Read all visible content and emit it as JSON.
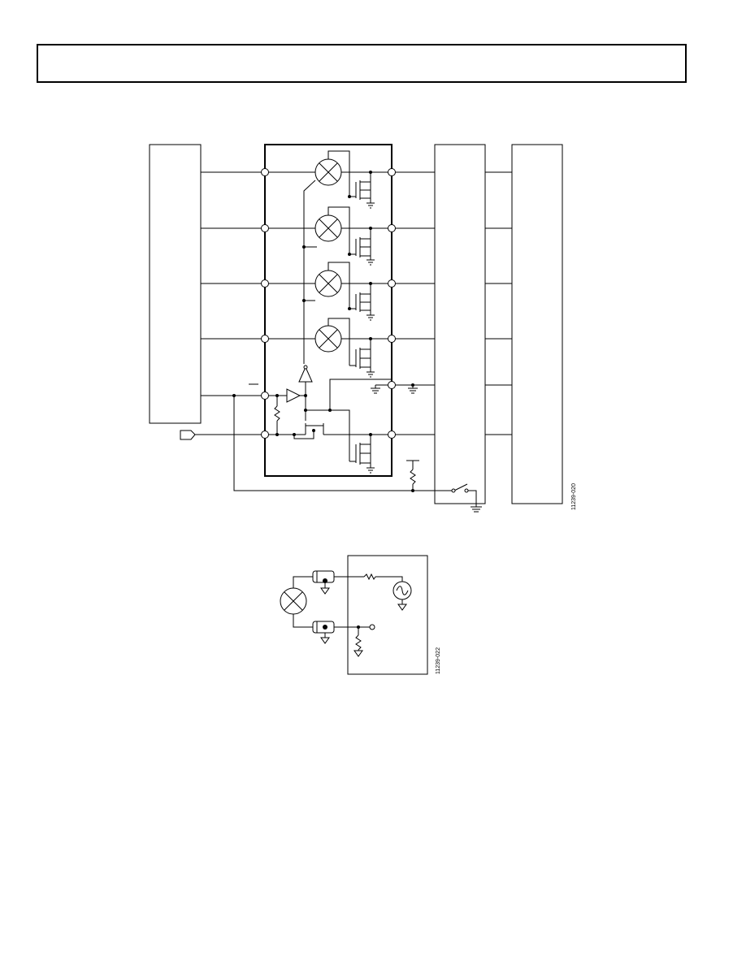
{
  "figures": [
    {
      "id": "switch-circuit",
      "code_label": "11239-020"
    },
    {
      "id": "test-circuit",
      "code_label": "11239-022"
    }
  ]
}
